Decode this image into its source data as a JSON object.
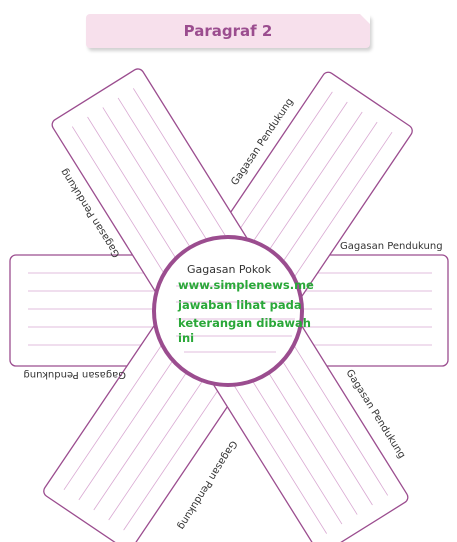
{
  "page": {
    "title": "Paragraf 2"
  },
  "diagram": {
    "center_label": "Gagasan Pokok",
    "website": "www.simplenews.me",
    "note_line1": "jawaban lihat pada",
    "note_line2": "keterangan dibawah",
    "note_line3": "ini",
    "spoke_labels": {
      "top_left": "Gagasan Pendukung",
      "top_right": "Gagasan Pendukung",
      "right": "Gagasan Pendukung",
      "left": "Gagasan Pendukung",
      "bottom_right": "Gagasan Pendukung",
      "bottom_left": "Gagasan Pendukung"
    }
  },
  "colors": {
    "border": "#9b4d8f",
    "line": "#d9a9d2",
    "accent_text": "#2aa839",
    "title_bg": "#f7e0ec"
  }
}
